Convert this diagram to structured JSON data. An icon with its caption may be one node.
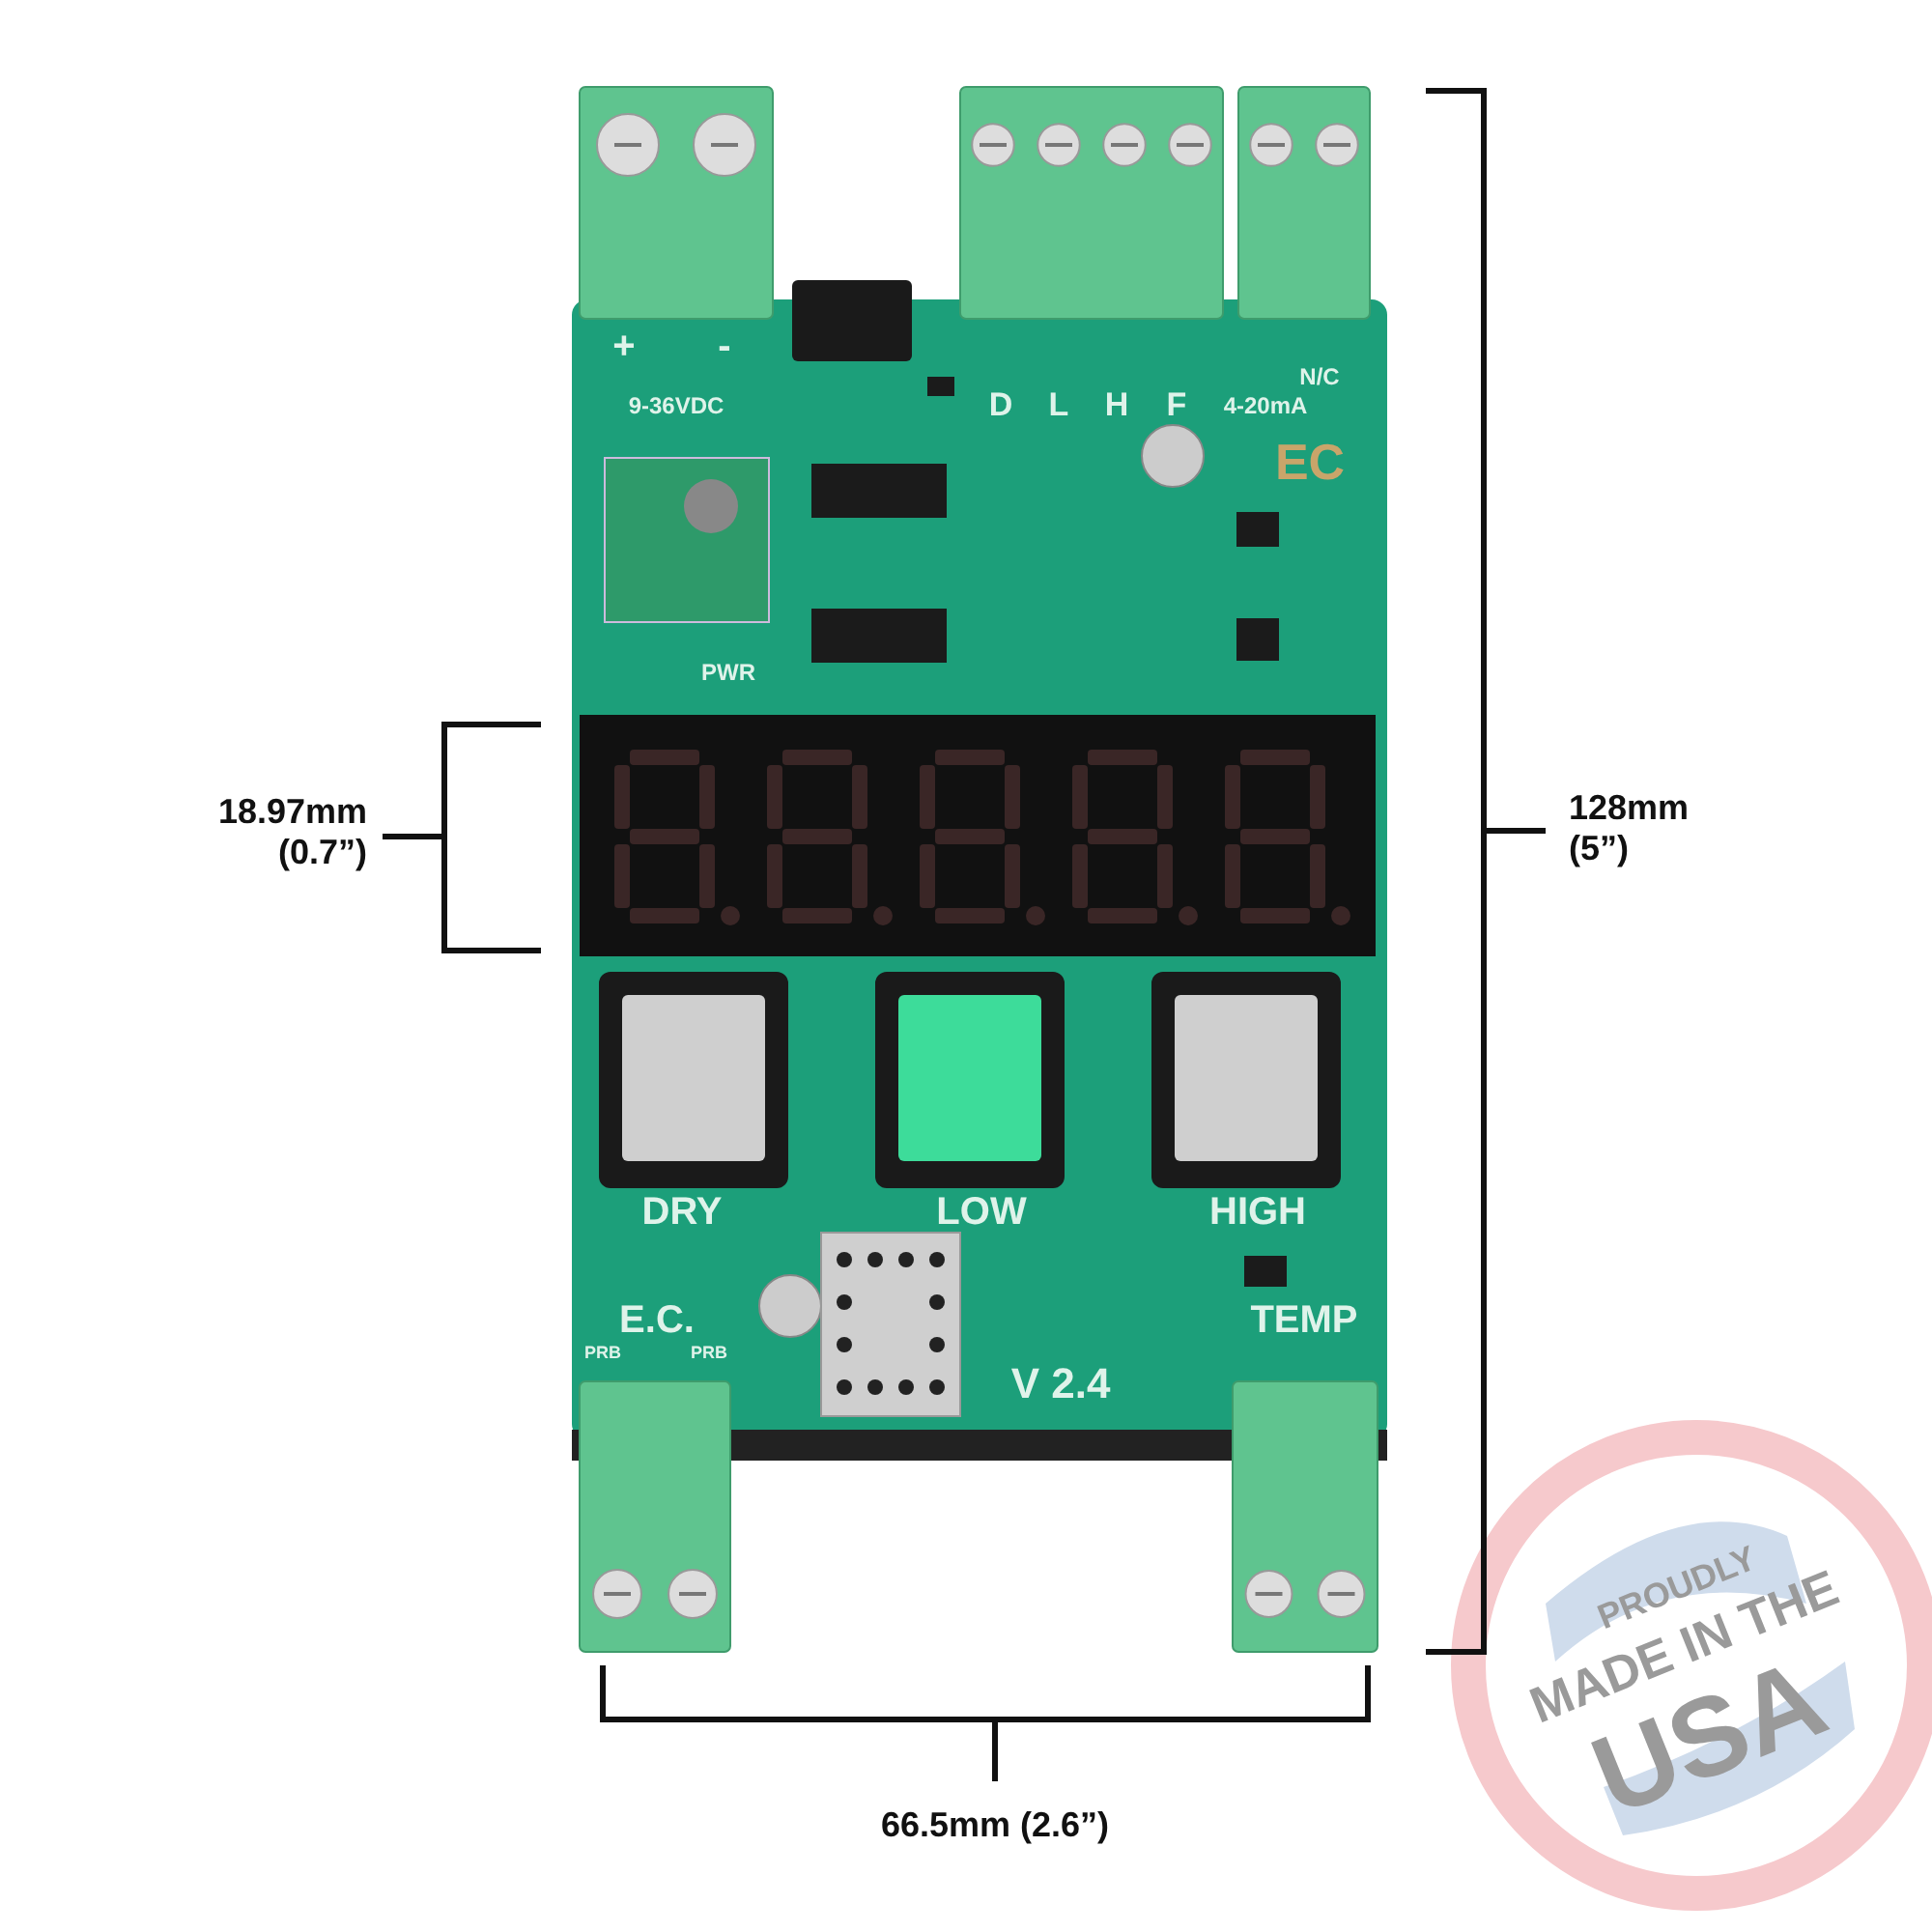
{
  "diagram": {
    "labels": [
      "+",
      "-",
      "N/C",
      "9-36VDC",
      "D",
      "L",
      "H",
      "F",
      "4-20mA",
      "EC",
      "PWR",
      "18.97mm (0.7”)",
      "128mm (5”)",
      "DRY",
      "LOW",
      "HIGH",
      "E.C.",
      "TEMP",
      "PRB",
      "PRB",
      "V 2.4",
      "PROUDLY",
      "MADE IN THE",
      "USA",
      "66.5mm (2.6”)"
    ]
  }
}
